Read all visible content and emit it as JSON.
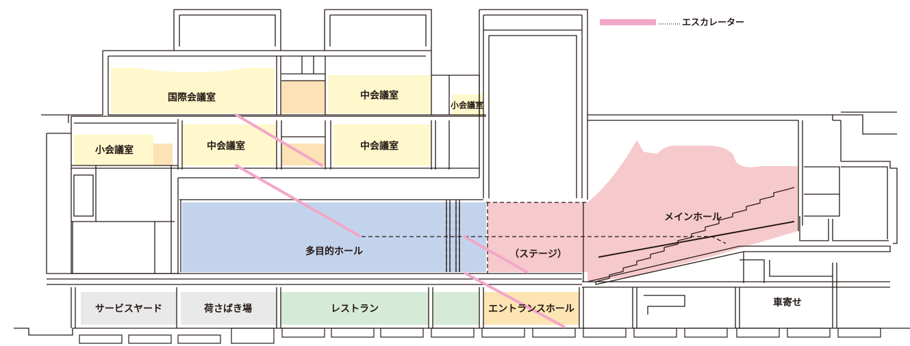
{
  "legend": {
    "escalator_label": "エスカレーター"
  },
  "colors": {
    "conference": "#fff8cc",
    "peach": "#fde2b6",
    "multipurpose": "#c4d3ec",
    "main_hall": "#f6c9cc",
    "restaurant": "#d6ebd7",
    "service": "#e9e9e9",
    "entrance": "#fde4b3",
    "escalator": "#f2a6c8",
    "line": "#231815"
  },
  "rooms": {
    "international_conference": "国際会議室",
    "medium_top_center": "中会議室",
    "small_top_right": "小会議室",
    "small_left": "小会議室",
    "medium_mid_left": "中会議室",
    "medium_mid_center": "中会議室",
    "multipurpose_hall": "多目的ホール",
    "stage": "（ステージ）",
    "main_hall": "メインホール",
    "service_yard": "サービスヤード",
    "loading_area": "荷さばき場",
    "restaurant": "レストラン",
    "entrance_hall": "エントランスホール",
    "car_porch": "車寄せ"
  }
}
